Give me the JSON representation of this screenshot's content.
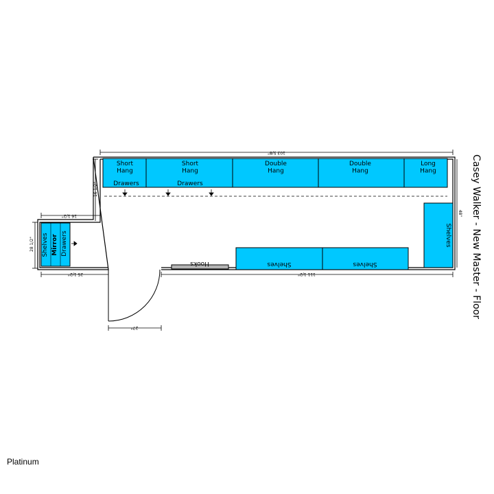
{
  "title": "Casey Walker - New Master - Floor",
  "footer": "Platinum",
  "units": {
    "short_hang_1": "Short\nHang",
    "short_hang_2": "Short\nHang",
    "double_hang_1": "Double\nHang",
    "double_hang_2": "Double\nHang",
    "long_hang": "Long\nHang",
    "drawers_1": "Drawers",
    "drawers_2": "Drawers",
    "shelves_bottom_1": "Shelves",
    "shelves_bottom_2": "Shelves",
    "shelves_right": "Shelves",
    "hooks": "Hooks",
    "left_shelves": "Shelves",
    "left_mirror": "Mirror",
    "left_drawers": "Drawers"
  },
  "dimensions": {
    "top_width": "103 5/8\"",
    "left_upper_height": "16 1/2\"",
    "step_width": "16 1/2\"",
    "left_height": "28 1/2\"",
    "bottom_left": "25 1/2\"",
    "bottom_right": "111 1/2\"",
    "right_height": "48\"",
    "door_width": "27\""
  }
}
